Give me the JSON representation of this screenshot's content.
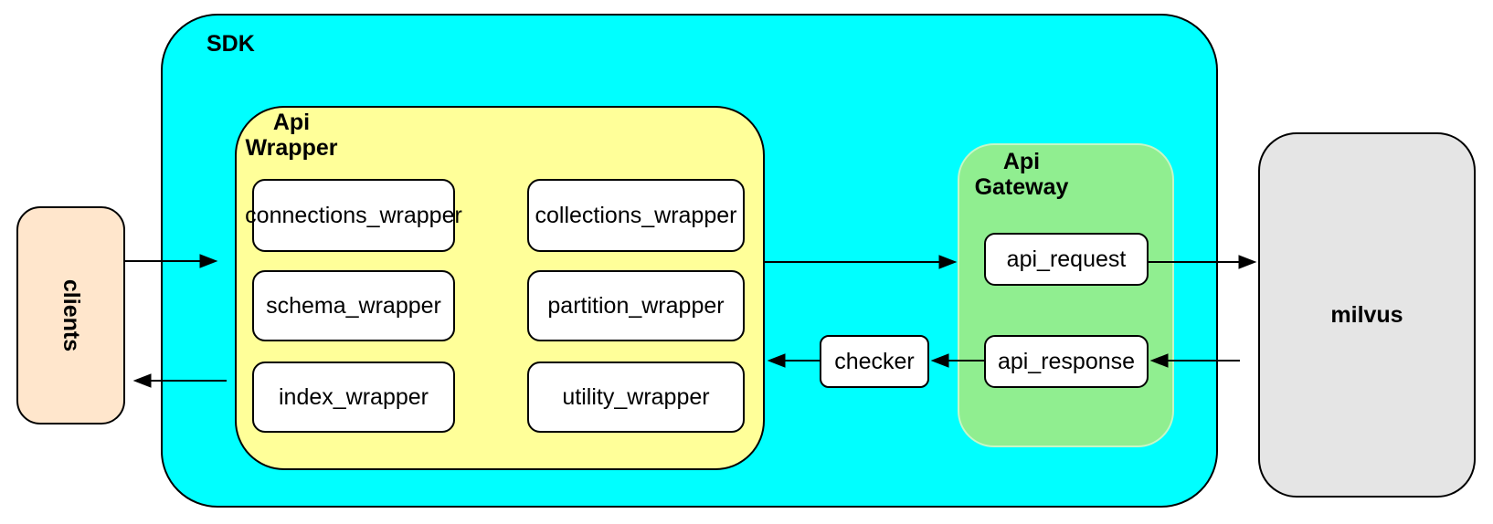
{
  "diagram": {
    "background_color": "#FFFFFF",
    "border_color": "#000000",
    "clients": {
      "label": "clients",
      "fill": "#FFE6CC",
      "text_orientation": "rotated-90-clockwise"
    },
    "sdk": {
      "label": "SDK",
      "fill": "#00FFFF",
      "api_wrapper": {
        "label_line1": "Api",
        "label_line2": "Wrapper",
        "fill": "#FFFF99",
        "modules": [
          "connections_wrapper",
          "collections_wrapper",
          "schema_wrapper",
          "partition_wrapper",
          "index_wrapper",
          "utility_wrapper"
        ],
        "module_fill": "#FFFFFF"
      },
      "checker": {
        "label": "checker",
        "fill": "#FFFFFF"
      },
      "api_gateway": {
        "label_line1": "Api",
        "label_line2": "Gateway",
        "fill": "#90EE90",
        "nodes": [
          "api_request",
          "api_response"
        ],
        "node_fill": "#FFFFFF"
      }
    },
    "milvus": {
      "label": "milvus",
      "fill": "#E5E5E5"
    },
    "arrows": [
      {
        "from": "clients",
        "to": "sdk",
        "direction": "right"
      },
      {
        "from": "api_wrapper",
        "to": "api_gateway",
        "direction": "right"
      },
      {
        "from": "api_request",
        "to": "milvus",
        "direction": "right"
      },
      {
        "from": "milvus",
        "to": "api_response",
        "direction": "left"
      },
      {
        "from": "api_response",
        "to": "checker",
        "direction": "left"
      },
      {
        "from": "checker",
        "to": "api_wrapper",
        "direction": "left"
      },
      {
        "from": "api_wrapper",
        "to": "clients",
        "direction": "left"
      }
    ]
  }
}
